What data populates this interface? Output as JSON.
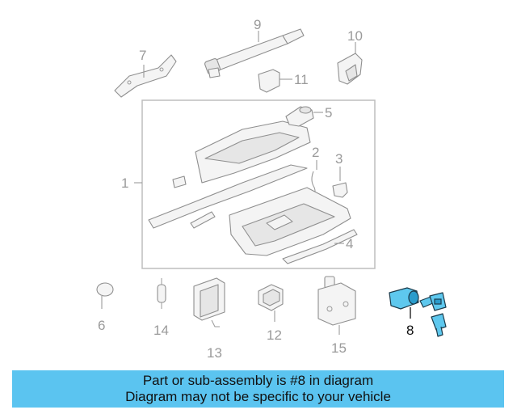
{
  "diagram": {
    "callouts": {
      "c1": "1",
      "c2": "2",
      "c3": "3",
      "c4": "4",
      "c5": "5",
      "c6": "6",
      "c7": "7",
      "c8": "8",
      "c9": "9",
      "c10": "10",
      "c11": "11",
      "c12": "12",
      "c13": "13",
      "c14": "14",
      "c15": "15"
    },
    "highlighted_part": "8",
    "colors": {
      "highlight_fill": "#5ec8ee",
      "part_stroke": "#8f8f8f",
      "callout_text": "#9a9a9a"
    }
  },
  "banner": {
    "line1": "Part or sub-assembly is #8 in diagram",
    "line2": "Diagram may not be specific to your vehicle",
    "background": "#5bc4f0"
  }
}
